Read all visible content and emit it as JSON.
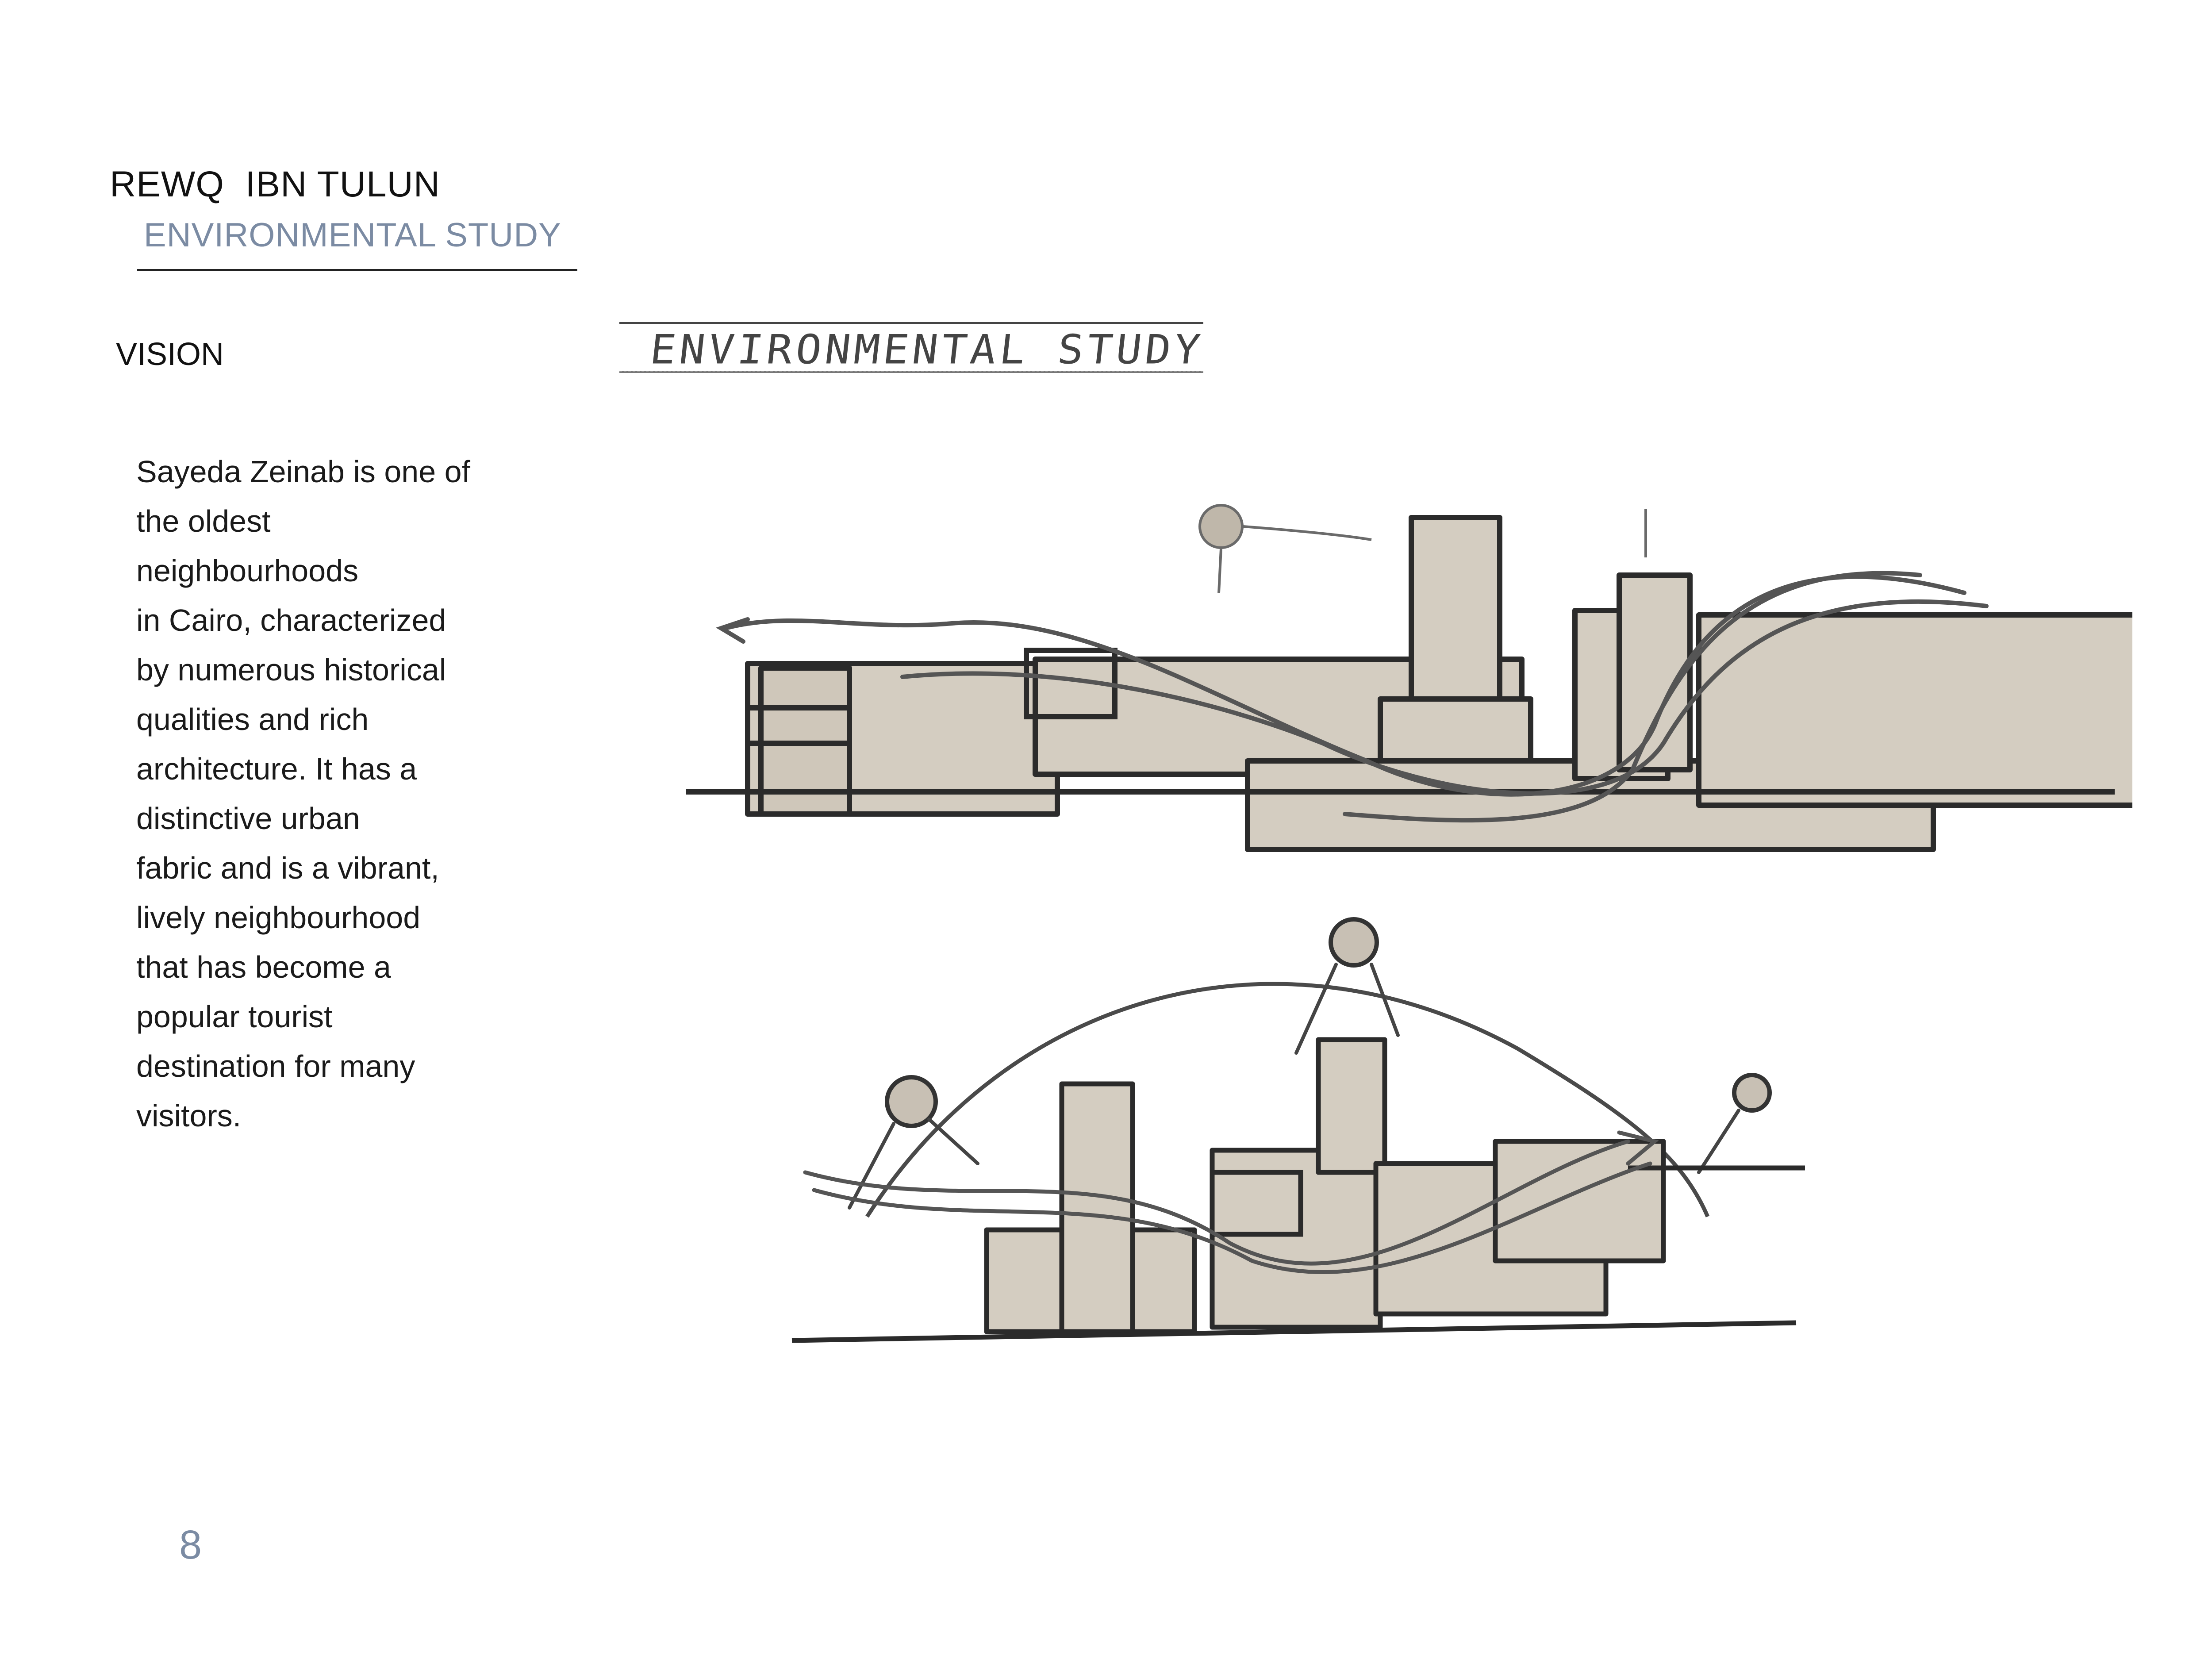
{
  "header": {
    "title": "REWQ  IBN TULUN",
    "subtitle": "ENVIRONMENTAL STUDY"
  },
  "section": {
    "heading": "VISION",
    "body_lines": [
      "Sayeda Zeinab is one of",
      "the oldest",
      "neighbourhoods",
      "in Cairo, characterized",
      "by numerous historical",
      "qualities and rich",
      "architecture. It has a",
      "distinctive urban",
      "fabric and is a vibrant,",
      "lively neighbourhood",
      "that has become a",
      "popular tourist",
      "destination for many",
      "visitors."
    ]
  },
  "sketch": {
    "header_label": "ENVIRONMENTAL STUDY",
    "fill_color": "#d4cdc1",
    "stroke_color": "#2b2b2b"
  },
  "footer": {
    "page_number": "8"
  }
}
